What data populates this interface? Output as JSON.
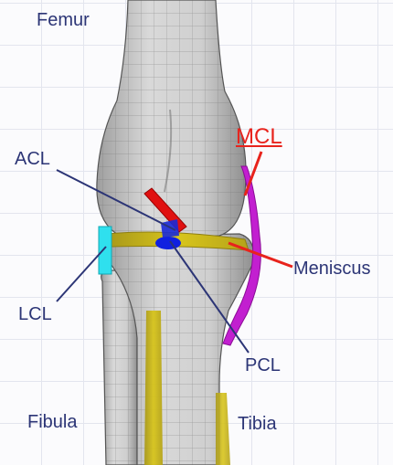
{
  "labels": {
    "femur": "Femur",
    "mcl": "MCL",
    "acl": "ACL",
    "meniscus": "Meniscus",
    "lcl": "LCL",
    "pcl": "PCL",
    "fibula": "Fibula",
    "tibia": "Tibia"
  },
  "colors": {
    "label_text": "#2c3576",
    "mcl_label": "#e8231c",
    "bone_fill": "#c9c9c9",
    "bone_grid": "#6a6a6a",
    "meniscus": "#d2c11a",
    "mcl": "#c21fd0",
    "lcl": "#2fe0ee",
    "acl": "#e01010",
    "pcl": "#1020e0",
    "pointer_navy": "#2c3576",
    "pointer_red": "#e8231c"
  }
}
